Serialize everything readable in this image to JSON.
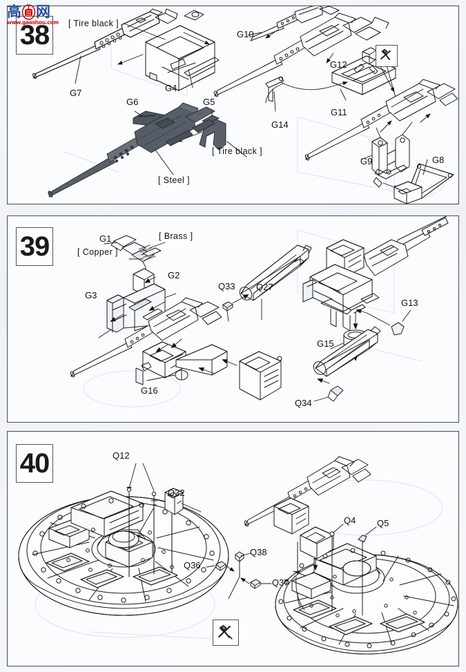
{
  "document": {
    "type": "model-kit-assembly-instructions",
    "page_background": "#f2f5f9",
    "ink_color": "#1a1a1a"
  },
  "watermark": {
    "char_left": "高",
    "char_right": "网",
    "url": "www.gaoshou.com",
    "logo_name": "red-seal-logo",
    "color_text": "#2a4f9b",
    "color_url": "#cc1111"
  },
  "panels": [
    {
      "step": "38",
      "labels": [
        {
          "id": "p38-tire-black-top",
          "text": "[ Tire black ]"
        },
        {
          "id": "p38-g7",
          "text": "G7"
        },
        {
          "id": "p38-g4",
          "text": "G4"
        },
        {
          "id": "p38-g6",
          "text": "G6"
        },
        {
          "id": "p38-g5",
          "text": "G5"
        },
        {
          "id": "p38-tire-black-mid",
          "text": "[ Tire black ]"
        },
        {
          "id": "p38-steel",
          "text": "[ Steel ]"
        },
        {
          "id": "p38-g10",
          "text": "G10"
        },
        {
          "id": "p38-g12",
          "text": "G12"
        },
        {
          "id": "p38-g11",
          "text": "G11"
        },
        {
          "id": "p38-g14",
          "text": "G14"
        },
        {
          "id": "p38-g9",
          "text": "G9"
        },
        {
          "id": "p38-g8",
          "text": "G8"
        }
      ],
      "icons": [
        {
          "id": "p38-cut-icon",
          "name": "remove-part-icon"
        }
      ]
    },
    {
      "step": "39",
      "labels": [
        {
          "id": "p39-g1",
          "text": "G1"
        },
        {
          "id": "p39-brass",
          "text": "[ Brass ]"
        },
        {
          "id": "p39-copper",
          "text": "[ Copper ]"
        },
        {
          "id": "p39-g2",
          "text": "G2"
        },
        {
          "id": "p39-g3",
          "text": "G3"
        },
        {
          "id": "p39-q33",
          "text": "Q33"
        },
        {
          "id": "p39-q27",
          "text": "Q27"
        },
        {
          "id": "p39-g13",
          "text": "G13"
        },
        {
          "id": "p39-g15",
          "text": "G15"
        },
        {
          "id": "p39-g16",
          "text": "G16"
        },
        {
          "id": "p39-q34",
          "text": "Q34"
        }
      ],
      "icons": []
    },
    {
      "step": "40",
      "labels": [
        {
          "id": "p40-q12",
          "text": "Q12"
        },
        {
          "id": "p40-q32",
          "text": "Q32"
        },
        {
          "id": "p40-q4",
          "text": "Q4"
        },
        {
          "id": "p40-q5",
          "text": "Q5"
        },
        {
          "id": "p40-q36",
          "text": "Q36"
        },
        {
          "id": "p40-q38",
          "text": "Q38"
        },
        {
          "id": "p40-q37",
          "text": "Q37"
        }
      ],
      "icons": [
        {
          "id": "p40-cut-icon",
          "name": "remove-part-icon"
        }
      ]
    }
  ]
}
